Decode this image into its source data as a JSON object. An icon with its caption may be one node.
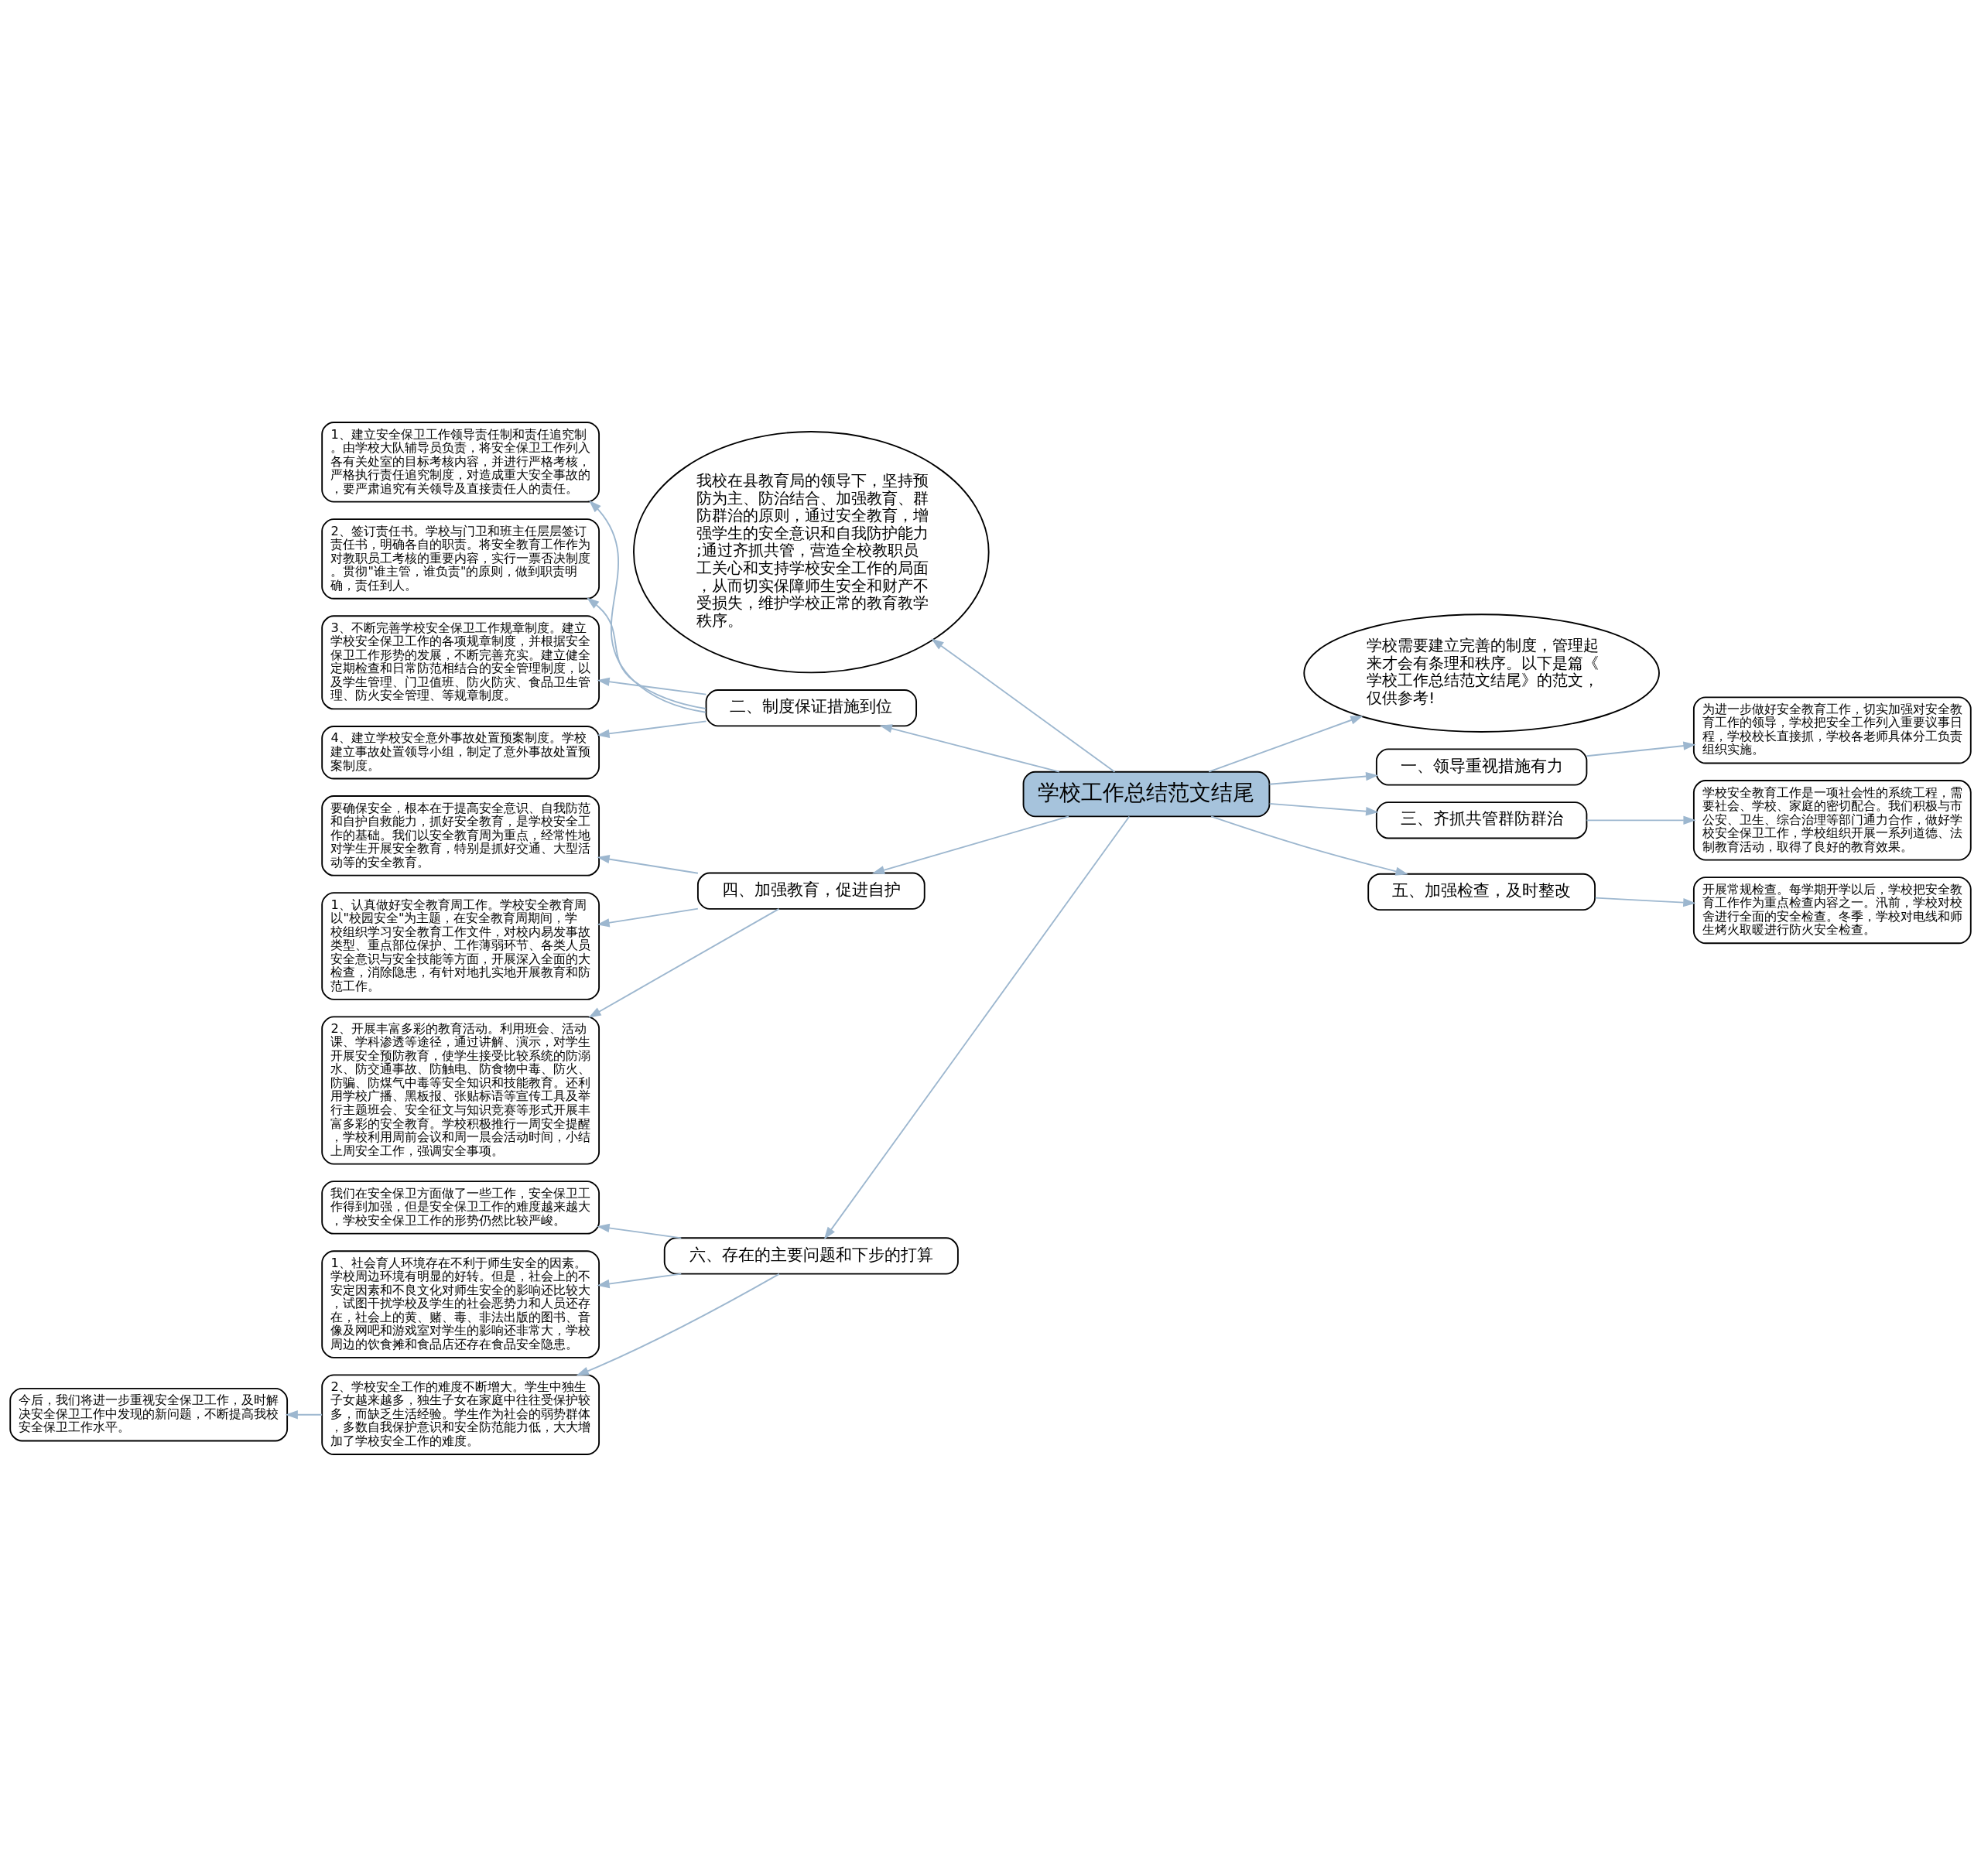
{
  "diagram": {
    "nodes": [
      {
        "text": [
          "学校工作总结范文结尾"
        ]
      },
      {
        "text": [
          "我校在县教育局的领导下，坚持预防为主、防治结合、加强教育、群防群治的原则，通过安全教育，增强学生的安全意识和自我防护能力;通过齐抓共管，营造全校教职员工关心和支持学校安全工作的局面，从而切实保障师生安全和财产不受损失，维护学校正常的教育教学秩序。"
        ]
      },
      {
        "text": [
          "二、制度保证措施到位"
        ]
      },
      {
        "text": [
          "1、建立安全保卫工作领导责任制和责任追究制。由学校大队辅导员负责，将安全保卫工作列入各有关处室的目标考核内容，并进行严格考核，严格执行责任追究制度，对造成重大安全事故的，要严肃追究有关领导及直接责任人的责任。"
        ]
      },
      {
        "text": [
          "2、签订责任书。学校与门卫和班主任层层签订责任书，明确各自的职责。将安全教育工作作为对教职员工考核的重要内容，实行一票否决制度。贯彻\"谁主管，谁负责\"的原则，做到职责明确，责任到人。"
        ]
      },
      {
        "text": [
          "3、不断完善学校安全保卫工作规章制度。建立学校安全保卫工作的各项规章制度，并根据安全保卫工作形势的发展，不断完善充实。建立健全定期检查和日常防范相结合的安全管理制度，以及学生管理、门卫值班、防火防灾、食品卫生管理、防火安全管理、等规章制度。"
        ]
      },
      {
        "text": [
          "4、建立学校安全意外事故处置预案制度。学校建立事故处置领导小组，制定了意外事故处置预案制度。"
        ]
      },
      {
        "text": [
          "四、加强教育，促进自护"
        ]
      },
      {
        "text": [
          "要确保安全，根本在于提高安全意识、自我防范和自护自救能力，抓好安全教育，是学校安全工作的基础。我们以安全教育周为重点，经常性地对学生开展安全教育，特别是抓好交通、大型活动等的安全教育。"
        ]
      },
      {
        "text": [
          "1、认真做好安全教育周工作。学校安全教育周以\"校园安全\"为主题，在安全教育周期间，学校组织学习安全教育工作文件，对校内易发事故类型、重点部位保护、工作薄弱环节、各类人员安全意识与安全技能等方面，开展深入全面的大检查，消除隐患，有针对地扎实地开展教育和防范工作。"
        ]
      },
      {
        "text": [
          "2、开展丰富多彩的教育活动。利用班会、活动课、学科渗透等途径，通过讲解、演示，对学生开展安全预防教育，使学生接受比较系统的防溺水、防交通事故、防触电、防食物中毒、防火、防骗、防煤气中毒等安全知识和技能教育。还利用学校广播、黑板报、张贴标语等宣传工具及举行主题班会、安全征文与知识竞赛等形式开展丰富多彩的安全教育。学校积极推行一周安全提醒，学校利用周前会议和周一晨会活动时间，小结上周安全工作，强调安全事项。"
        ]
      },
      {
        "text": [
          "六、存在的主要问题和下步的打算"
        ]
      },
      {
        "text": [
          "我们在安全保卫方面做了一些工作，安全保卫工作得到加强，但是安全保卫工作的难度越来越大，学校安全保卫工作的形势仍然比较严峻。"
        ]
      },
      {
        "text": [
          "1、社会育人环境存在不利于师生安全的因素。学校周边环境有明显的好转。但是，社会上的不安定因素和不良文化对师生安全的影响还比较大，试图干扰学校及学生的社会恶势力和人员还存在，社会上的黄、赌、毒、非法出版的图书、音像及网吧和游戏室对学生的影响还非常大，学校周边的饮食摊和食品店还存在食品安全隐患。"
        ]
      },
      {
        "text": [
          "2、学校安全工作的难度不断增大。学生中独生子女越来越多，独生子女在家庭中往往受保护较多，而缺乏生活经验。学生作为社会的弱势群体，多数自我保护意识和安全防范能力低，大大增加了学校安全工作的难度。"
        ]
      },
      {
        "text": [
          "今后，我们将进一步重视安全保卫工作，及时解决安全保卫工作中发现的新问题，不断提高我校安全保卫工作水平。"
        ]
      },
      {
        "text": [
          "学校需要建立完善的制度，管理起来才会有条理和秩序。以下是篇《学校工作总结范文结尾》的范文，仅供参考!"
        ]
      },
      {
        "text": [
          "一、领导重视措施有力"
        ]
      },
      {
        "text": [
          "为进一步做好安全教育工作，切实加强对安全教育工作的领导，学校把安全工作列入重要议事日程，学校校长直接抓，学校各老师具体分工负责组织实施。"
        ]
      },
      {
        "text": [
          "三、齐抓共管群防群治"
        ]
      },
      {
        "text": [
          "学校安全教育工作是一项社会性的系统工程，需要社会、学校、家庭的密切配合。我们积极与市公安、卫生、综合治理等部门通力合作，做好学校安全保卫工作，学校组织开展一系列道德、法制教育活动，取得了良好的教育效果。"
        ]
      },
      {
        "text": [
          "五、加强检查，及时整改"
        ]
      },
      {
        "text": [
          "开展常规检查。每学期开学以后，学校把安全教育工作作为重点检查内容之一。汛前，学校对校舍进行全面的安全检查。冬季，学校对电线和师生烤火取暖进行防火安全检查。"
        ]
      }
    ],
    "edges": [
      {
        "from": 0,
        "to": 1,
        "arrow": "to"
      },
      {
        "from": 0,
        "to": 2,
        "arrow": "to"
      },
      {
        "from": 2,
        "to": 3,
        "arrow": "to"
      },
      {
        "from": 2,
        "to": 4,
        "arrow": "to"
      },
      {
        "from": 2,
        "to": 5,
        "arrow": "to"
      },
      {
        "from": 2,
        "to": 6,
        "arrow": "to"
      },
      {
        "from": 0,
        "to": 7,
        "arrow": "to"
      },
      {
        "from": 7,
        "to": 8,
        "arrow": "to"
      },
      {
        "from": 7,
        "to": 9,
        "arrow": "to"
      },
      {
        "from": 7,
        "to": 10,
        "arrow": "to"
      },
      {
        "from": 0,
        "to": 11,
        "arrow": "to"
      },
      {
        "from": 11,
        "to": 12,
        "arrow": "to"
      },
      {
        "from": 11,
        "to": 13,
        "arrow": "to"
      },
      {
        "from": 11,
        "to": 14,
        "arrow": "to"
      },
      {
        "from": 14,
        "to": 15,
        "arrow": "to"
      },
      {
        "from": 0,
        "to": 16,
        "arrow": "to"
      },
      {
        "from": 0,
        "to": 17,
        "arrow": "to"
      },
      {
        "from": 17,
        "to": 18,
        "arrow": "to"
      },
      {
        "from": 0,
        "to": 19,
        "arrow": "to"
      },
      {
        "from": 19,
        "to": 20,
        "arrow": "to"
      },
      {
        "from": 0,
        "to": 21,
        "arrow": "to"
      },
      {
        "from": 21,
        "to": 22,
        "arrow": "to"
      }
    ]
  }
}
